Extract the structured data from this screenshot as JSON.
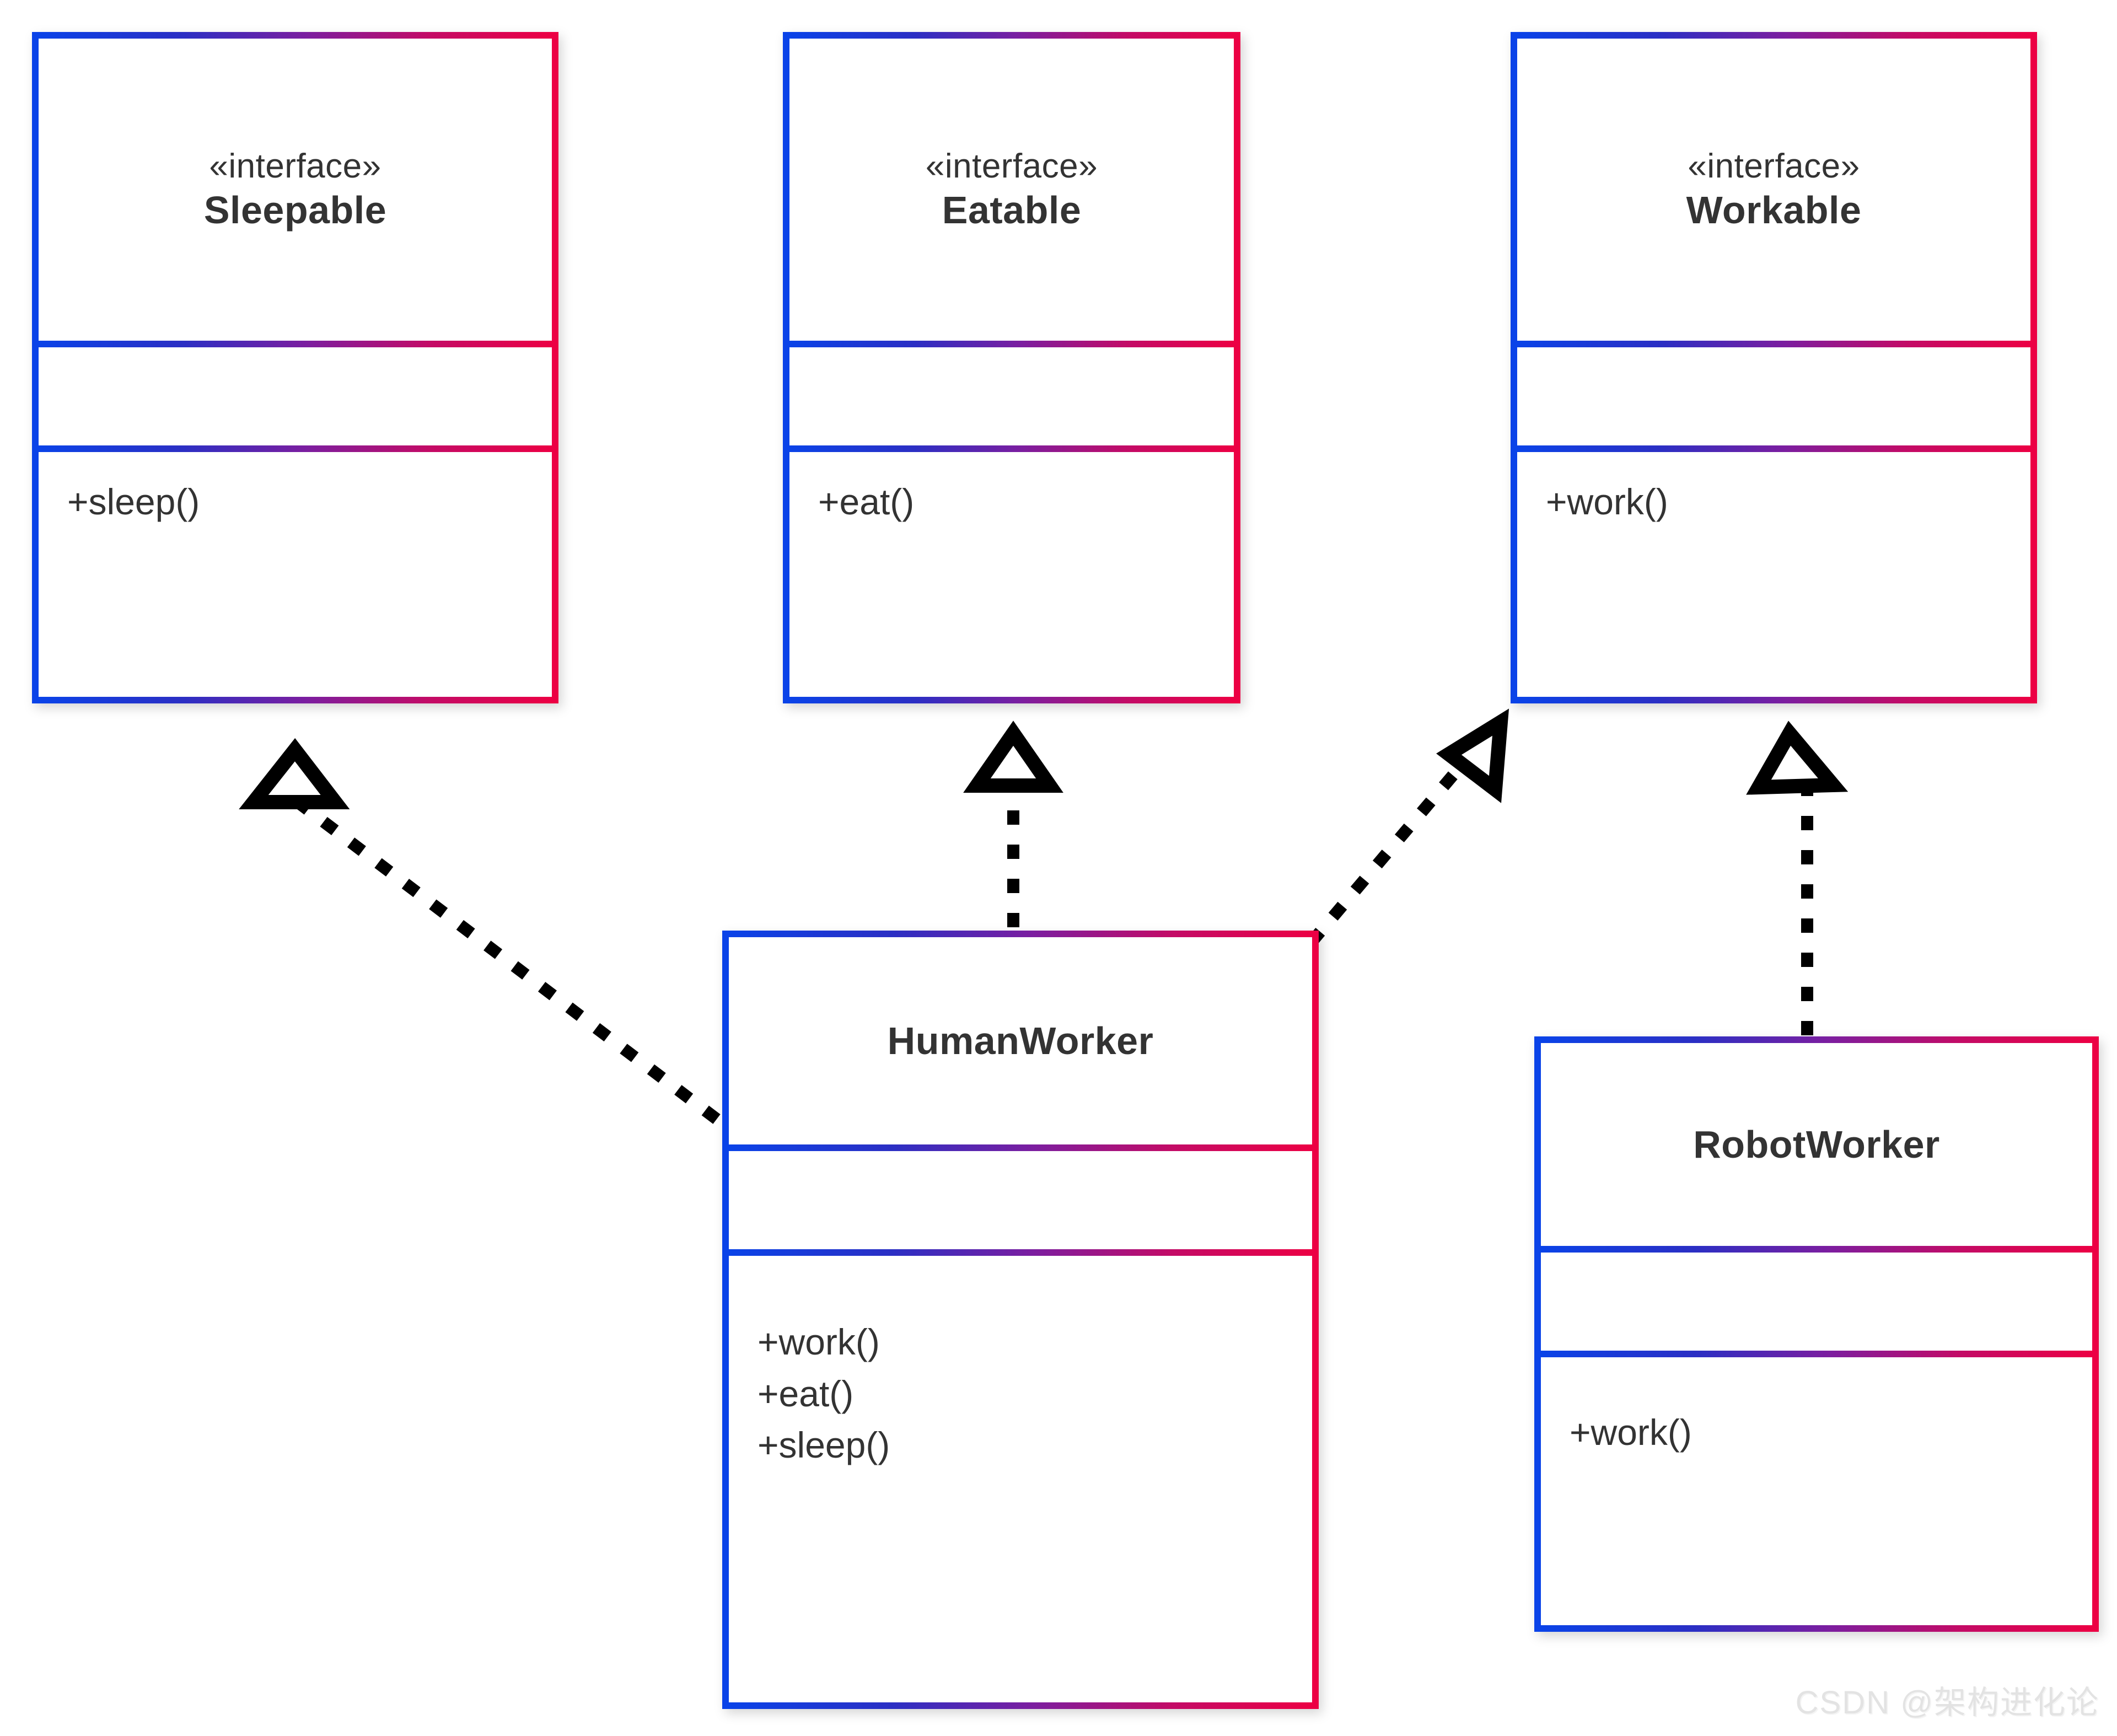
{
  "diagram": {
    "title": "Interface Segregation UML class diagram",
    "colors": {
      "border_start": "#0a43e8",
      "border_end": "#ec0044",
      "text": "#333333",
      "connector": "#000000",
      "background": "#ffffff",
      "watermark": "#e3e3e3"
    },
    "classes": [
      {
        "id": "sleepable",
        "stereotype": "«interface»",
        "name": "Sleepable",
        "attributes": [],
        "operations": [
          "+sleep()"
        ]
      },
      {
        "id": "eatable",
        "stereotype": "«interface»",
        "name": "Eatable",
        "attributes": [],
        "operations": [
          "+eat()"
        ]
      },
      {
        "id": "workable",
        "stereotype": "«interface»",
        "name": "Workable",
        "attributes": [],
        "operations": [
          "+work()"
        ]
      },
      {
        "id": "humanworker",
        "stereotype": "",
        "name": "HumanWorker",
        "attributes": [],
        "operations": [
          "+work()",
          "+eat()",
          "+sleep()"
        ]
      },
      {
        "id": "robotworker",
        "stereotype": "",
        "name": "RobotWorker",
        "attributes": [],
        "operations": [
          "+work()"
        ]
      }
    ],
    "relations": [
      {
        "id": "rel-human-sleepable",
        "from": "HumanWorker",
        "to": "Sleepable",
        "type": "realization"
      },
      {
        "id": "rel-human-eatable",
        "from": "HumanWorker",
        "to": "Eatable",
        "type": "realization"
      },
      {
        "id": "rel-human-workable",
        "from": "HumanWorker",
        "to": "Workable",
        "type": "realization"
      },
      {
        "id": "rel-robot-workable",
        "from": "RobotWorker",
        "to": "Workable",
        "type": "realization"
      }
    ]
  },
  "watermark": {
    "text": "CSDN @架构进化论"
  }
}
